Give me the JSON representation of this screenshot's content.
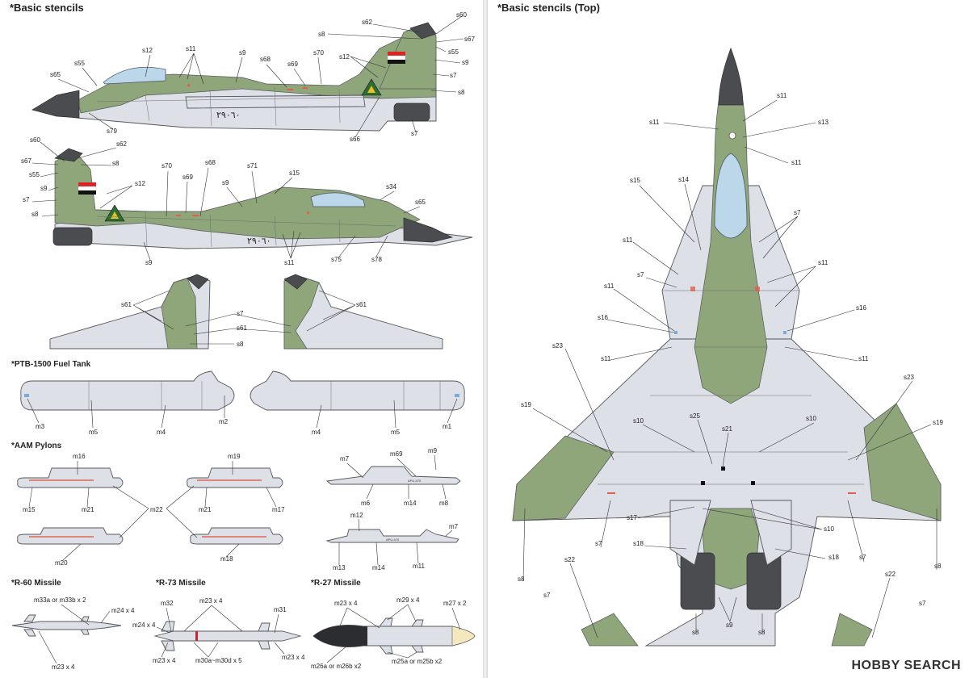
{
  "headers": {
    "left": "*Basic stencils",
    "right": "*Basic stencils (Top)",
    "ptb": "*PTB-1500 Fuel Tank",
    "aam": "*AAM Pylons",
    "r60": "*R-60 Missile",
    "r73": "*R-73 Missile",
    "r27": "*R-27 Missile"
  },
  "side_left": [
    "s62",
    "s60",
    "s8",
    "s67",
    "s55",
    "s9",
    "s7",
    "s12",
    "s11",
    "s9",
    "s68",
    "s69",
    "s70",
    "s12",
    "s55",
    "s65",
    "s8",
    "s79",
    "s66",
    "s7"
  ],
  "side_right": [
    "s60",
    "s62",
    "s67",
    "s8",
    "s55",
    "s12",
    "s9",
    "s7",
    "s8",
    "s70",
    "s69",
    "s68",
    "s9",
    "s71",
    "s15",
    "s34",
    "s65",
    "s9",
    "s11",
    "s75",
    "s78"
  ],
  "serial": "٢٩٠٦٠",
  "tails": [
    "s61",
    "s7",
    "s61",
    "s8",
    "s61"
  ],
  "tank": [
    "m3",
    "m5",
    "m4",
    "m2",
    "m4",
    "m5",
    "m1"
  ],
  "pylons": [
    "m16",
    "m19",
    "m15",
    "m21",
    "m22",
    "m21",
    "m17",
    "m20",
    "m18",
    "m7",
    "m69",
    "m9",
    "m6",
    "m14",
    "m8",
    "m12",
    "m7",
    "m13",
    "m14",
    "m11"
  ],
  "pylon_text": [
    "APU-470",
    "APU-470"
  ],
  "r60": [
    "m33a or m33b x 2",
    "m24 x 4",
    "m23 x 4"
  ],
  "r73": [
    "m32",
    "m23 x 4",
    "m31",
    "m24 x 4",
    "m23 x 4",
    "m30a~m30d x 5",
    "m23 x 4"
  ],
  "r27": [
    "m23 x 4",
    "m29 x 4",
    "m27 x 2",
    "m26a or m26b x2",
    "m25a or m25b x2"
  ],
  "top": [
    "s11",
    "s11",
    "s13",
    "s11",
    "s15",
    "s14",
    "s7",
    "s11",
    "s7",
    "s11",
    "s11",
    "s16",
    "s16",
    "s11",
    "s23",
    "s11",
    "s23",
    "s19",
    "s10",
    "s25",
    "s21",
    "s10",
    "s19",
    "s17",
    "s10",
    "s18",
    "s18",
    "s22",
    "s7",
    "s7",
    "s22",
    "s8",
    "s7",
    "s8",
    "s9",
    "s8",
    "s7",
    "s8"
  ],
  "logo": "HOBBY SEARCH"
}
